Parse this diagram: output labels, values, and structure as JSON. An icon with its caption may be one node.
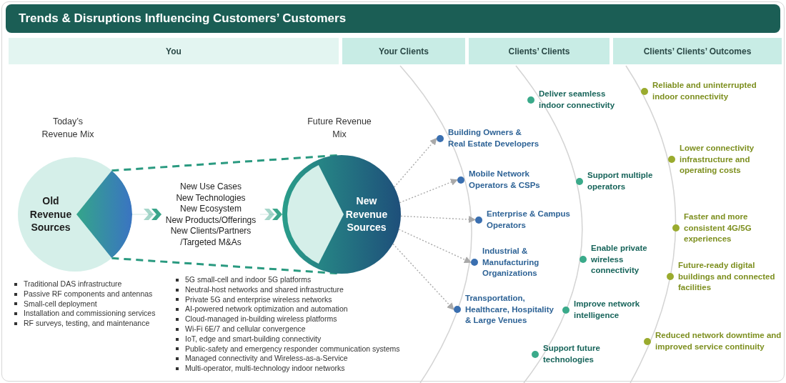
{
  "diagram": {
    "title": "Trends & Disruptions Influencing Customers’ Customers",
    "nodes": [
      {
        "text": [
          "You"
        ]
      },
      {
        "text": [
          "Your Clients"
        ]
      },
      {
        "text": [
          "Clients’ Clients"
        ]
      },
      {
        "text": [
          "Clients’ Clients’ Outcomes"
        ]
      },
      {
        "text": [
          "Old Revenue Sources"
        ],
        "beside": [
          "Today’s Revenue Mix"
        ]
      },
      {
        "text": [
          "New Use Cases",
          "New Technologies",
          "New Ecosystem",
          "New Products/Offerings",
          "New Clients/Partners /Targeted M&As"
        ]
      },
      {
        "text": [
          "New Revenue Sources"
        ],
        "beside": [
          "Future Revenue Mix"
        ]
      },
      {
        "text": [
          "Building Owners & Real Estate Developers"
        ]
      },
      {
        "text": [
          "Mobile Network Operators & CSPs"
        ]
      },
      {
        "text": [
          "Enterprise & Campus Operators"
        ]
      },
      {
        "text": [
          "Industrial & Manufacturing Organizations"
        ]
      },
      {
        "text": [
          "Transportation, Healthcare, Hospitality & Large Venues"
        ]
      },
      {
        "text": [
          "Deliver seamless indoor connectivity"
        ]
      },
      {
        "text": [
          "Support multiple operators"
        ]
      },
      {
        "text": [
          "Enable private wireless connectivity"
        ]
      },
      {
        "text": [
          "Improve network intelligence"
        ]
      },
      {
        "text": [
          "Support future technologies"
        ]
      },
      {
        "text": [
          "Reliable and uninterrupted indoor connectivity"
        ]
      },
      {
        "text": [
          "Lower connectivity infrastructure and operating costs"
        ]
      },
      {
        "text": [
          "Faster and more consistent 4G/5G experiences"
        ]
      },
      {
        "text": [
          "Future-ready digital buildings and connected facilities"
        ]
      },
      {
        "text": [
          "Reduced network downtime and improved service continuity"
        ]
      }
    ],
    "edges": [
      {
        "from": 4,
        "to": 6,
        "arrow": "none",
        "style": "dashed",
        "color": "#2a9a80"
      },
      {
        "from": 4,
        "to": 6,
        "arrow": "none",
        "style": "dashed",
        "color": "#2a9a80"
      },
      {
        "from": 4,
        "to": 5,
        "arrow": "to",
        "color": "#3aa58a"
      },
      {
        "from": 5,
        "to": 6,
        "arrow": "to",
        "color": "#3aa58a"
      },
      {
        "from": 6,
        "to": 7,
        "arrow": "to",
        "style": "dashed"
      },
      {
        "from": 6,
        "to": 8,
        "arrow": "to",
        "style": "dashed"
      },
      {
        "from": 6,
        "to": 9,
        "arrow": "to",
        "style": "dashed"
      },
      {
        "from": 6,
        "to": 10,
        "arrow": "to",
        "style": "dashed"
      },
      {
        "from": 6,
        "to": 11,
        "arrow": "to",
        "style": "dashed"
      }
    ],
    "labels": [
      "Traditional DAS infrastructure",
      "Passive RF components and antennas",
      "Small-cell deployment",
      "Installation and commissioning services",
      "RF surveys, testing, and maintenance",
      "5G small-cell and indoor 5G platforms",
      "Neutral-host networks and shared infrastructure",
      "Private 5G and enterprise wireless networks",
      "AI-powered network optimization and automation",
      "Cloud-managed in-building wireless platforms",
      "Wi-Fi 6E/7 and cellular convergence",
      "IoT, edge and smart-building connectivity",
      "Public-safety and emergency responder communication systems",
      "Managed connectivity and Wireless-as-a-Service",
      "Multi-operator, multi-technology indoor networks"
    ]
  }
}
